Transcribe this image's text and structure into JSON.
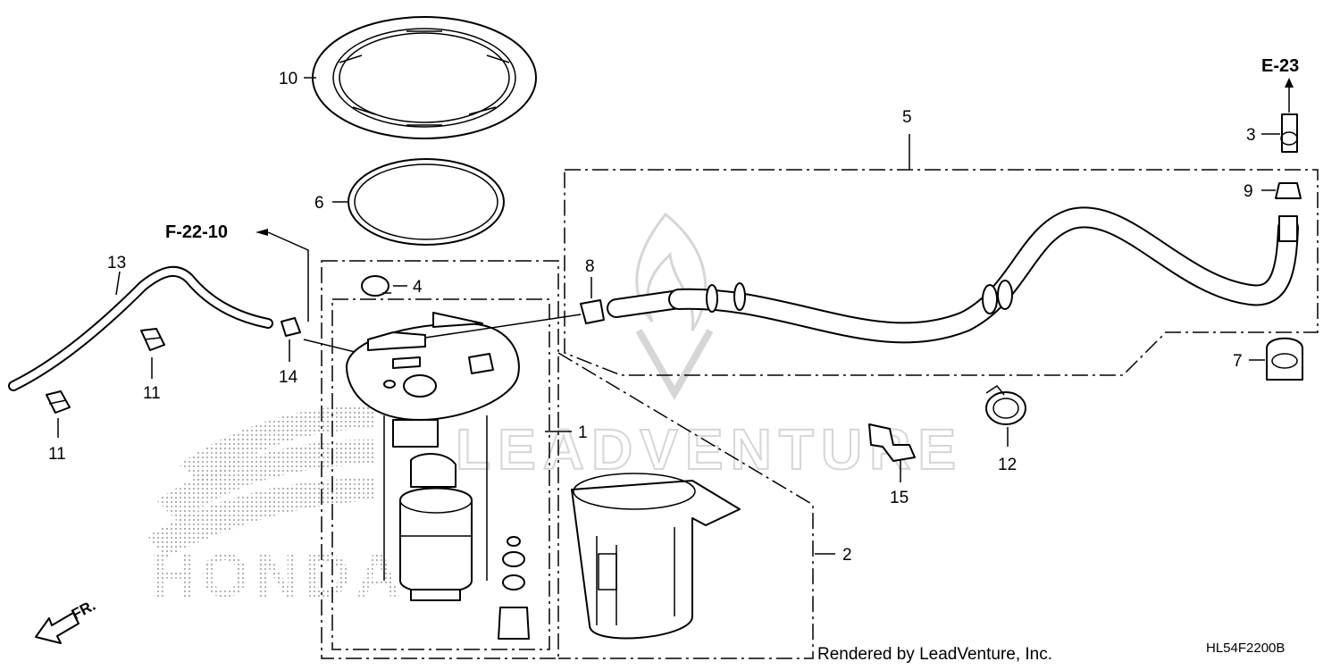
{
  "callouts": {
    "p1": "1",
    "p2": "2",
    "p3": "3",
    "p4": "4",
    "p5": "5",
    "p6": "6",
    "p7": "7",
    "p8": "8",
    "p9": "9",
    "p10": "10",
    "p11a": "11",
    "p11b": "11",
    "p12": "12",
    "p13": "13",
    "p14": "14",
    "p15": "15"
  },
  "references": {
    "top_right": "E-23",
    "left": "F-22-10"
  },
  "direction_marker": "FR.",
  "watermark": "LEADVENTURE",
  "brand_mark": "HONDA",
  "credit": "Rendered by LeadVenture, Inc.",
  "diagram_code": "HL54F2200B",
  "colors": {
    "ink": "#000000",
    "watermark": "#d6d6d6",
    "background": "#ffffff"
  }
}
